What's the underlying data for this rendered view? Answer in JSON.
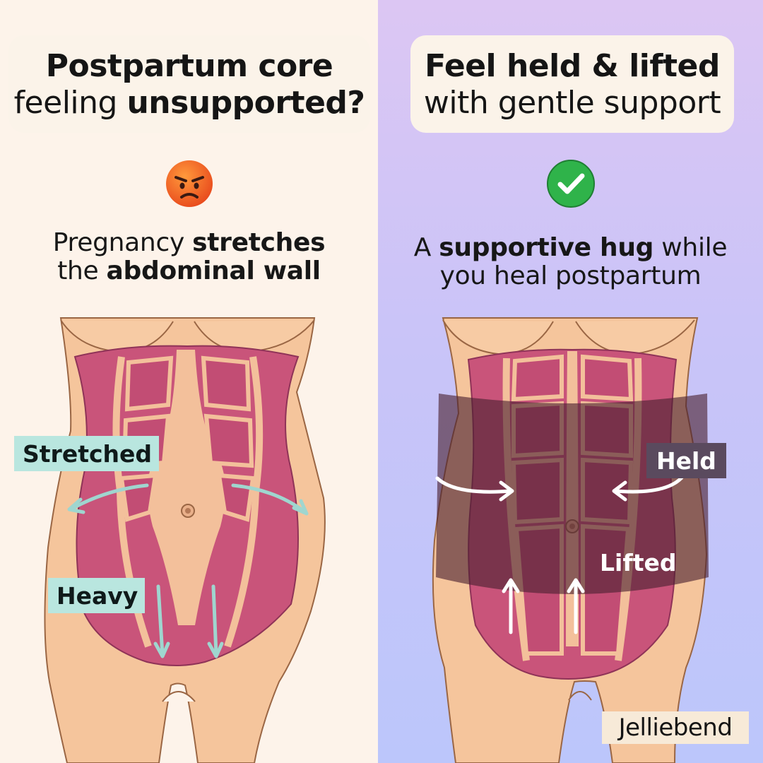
{
  "left": {
    "headline": {
      "line1_bold": "Postpartum core",
      "line2_regular": "feeling ",
      "line2_bold": "unsupported?"
    },
    "status_icon": "angry-face-icon",
    "subtext": {
      "line1_regular": "Pregnancy ",
      "line1_bold": "stretches",
      "line2_regular": "the ",
      "line2_bold": "abdominal wall"
    },
    "tags": {
      "stretched": "Stretched",
      "heavy": "Heavy"
    }
  },
  "right": {
    "headline": {
      "line1_bold": "Feel held & lifted",
      "line2_regular": "with gentle support"
    },
    "status_icon": "check-mark-icon",
    "subtext": {
      "line1_regular_a": "A ",
      "line1_bold": "supportive hug",
      "line1_regular_b": " while",
      "line2_regular": "you heal postpartum"
    },
    "tags": {
      "held": "Held",
      "lifted": "Lifted"
    }
  },
  "brand": "Jelliebend",
  "colors": {
    "left_background": "#fdf3ea",
    "right_background": "#c9c4f8",
    "headline_box": "#fbf3e9",
    "skin": "#f5c59c",
    "muscle": "#c9547a",
    "tendon": "#f3c09b",
    "teal_arrow": "#9fd6cf",
    "mint_tag": "#b9e6df",
    "support_band": "#4a2030",
    "held_tag": "#5a4a5e",
    "check_green": "#2fb34a",
    "angry_orange": "#f26a22"
  }
}
